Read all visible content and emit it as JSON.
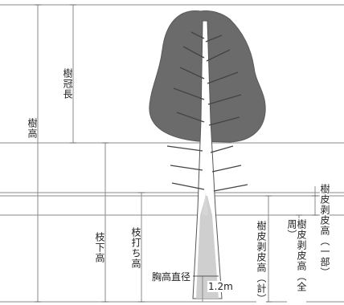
{
  "labels": {
    "tree_height": "樹高",
    "crown_length": "樹冠長",
    "clear_bole_height": "枝下高",
    "pruning_height": "枝打ち高",
    "dbh": "胸高直径",
    "breast_height": "1.2m",
    "bark_peel_height_total": "樹皮剥皮高（計）",
    "bark_peel_height_full": "樹皮剥皮高（全周）",
    "bark_peel_height_partial": "樹皮剥皮高（一部）"
  },
  "colors": {
    "crown": "#6b6b6b",
    "trunk_bark": "#ffffff",
    "peeled_area": "#c8c8c8",
    "lines": "#888888"
  }
}
